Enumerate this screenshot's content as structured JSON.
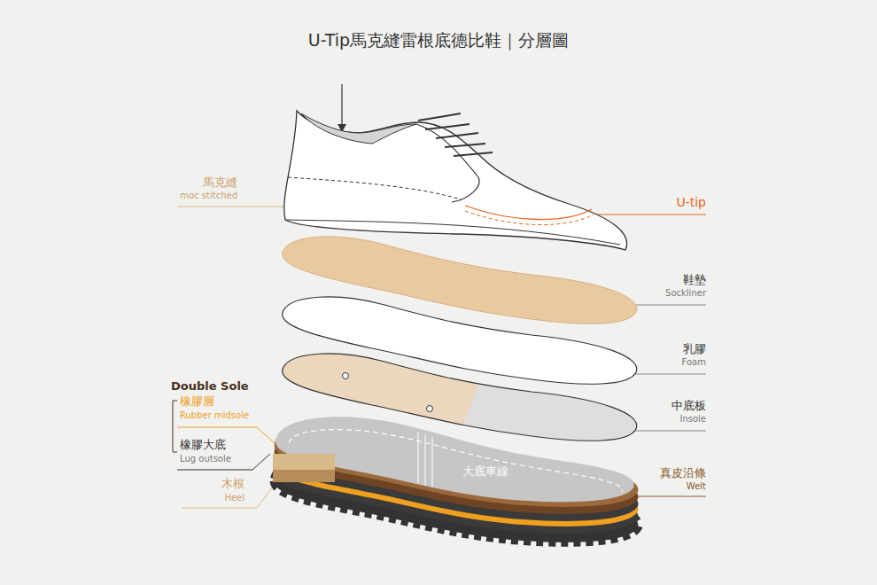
{
  "diagram": {
    "title": "U-Tip馬克縫雷根底德比鞋｜分層圖",
    "labels": [
      "馬克縫",
      "moc stitched",
      "U-tip",
      "鞋墊",
      "Sockliner",
      "乳膠",
      "Foam",
      "Double Sole",
      "橡膠層",
      "Rubber midsole",
      "中底板",
      "Insole",
      "橡膠大底",
      "Lug outsole",
      "大底車線",
      "真皮沿條",
      "Welt",
      "木根",
      "Heel"
    ]
  }
}
